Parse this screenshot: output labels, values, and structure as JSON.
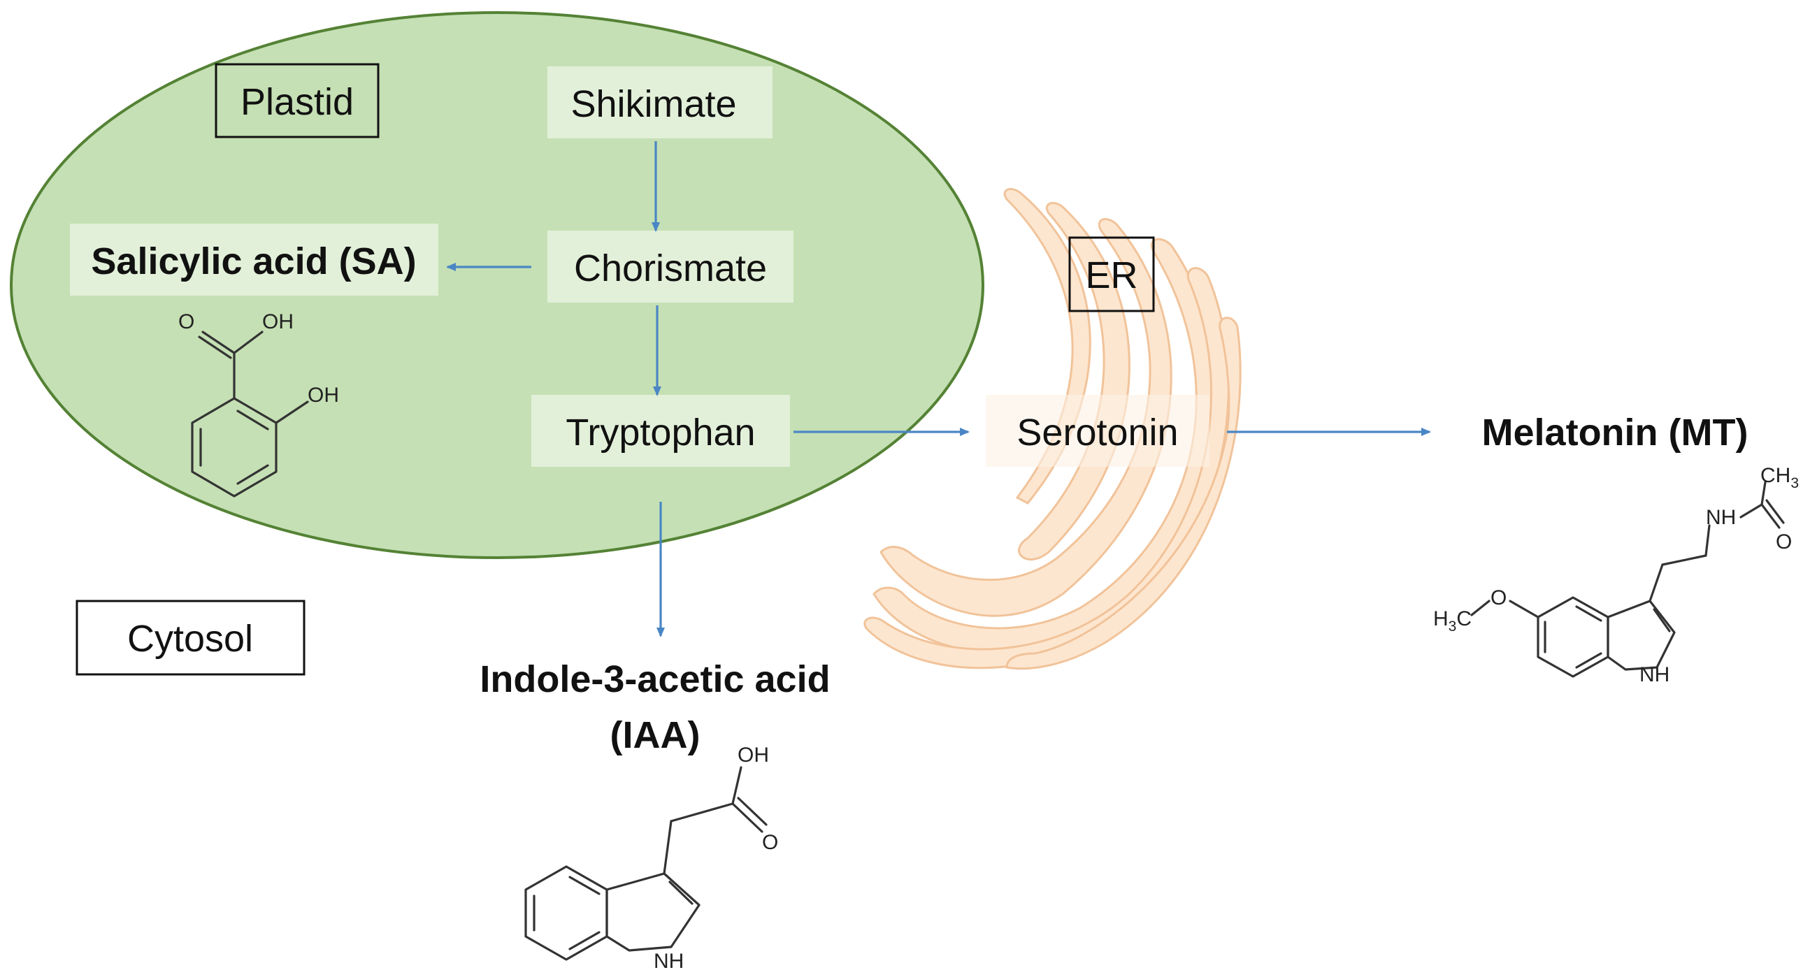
{
  "compartments": {
    "plastid": "Plastid",
    "cytosol": "Cytosol",
    "er": "ER"
  },
  "metabolites": {
    "shikimate": "Shikimate",
    "chorismate": "Chorismate",
    "tryptophan": "Tryptophan",
    "salicylic_acid": "Salicylic acid (SA)",
    "serotonin": "Serotonin",
    "melatonin": "Melatonin (MT)",
    "iaa_line1": "Indole-3-acetic acid",
    "iaa_line2": "(IAA)"
  },
  "structure_labels": {
    "sa_o": "O",
    "sa_oh_carboxyl": "OH",
    "sa_oh_phenol": "OH",
    "iaa_oh": "OH",
    "iaa_o": "O",
    "iaa_nh": "NH",
    "mt_ch": "CH",
    "mt_ch_sub": "3",
    "mt_nh_amide": "NH",
    "mt_o_carbonyl": "O",
    "mt_h": "H",
    "mt_h_sub": "3",
    "mt_c": "C",
    "mt_o_ether": "O",
    "mt_nh_ring": "NH"
  },
  "colors": {
    "plastid_fill": "#c5e0b4",
    "plastid_stroke": "#548235",
    "label_box": "#e2f0d9",
    "arrow": "#4a86c5",
    "er_fill": "#fde6cf"
  }
}
